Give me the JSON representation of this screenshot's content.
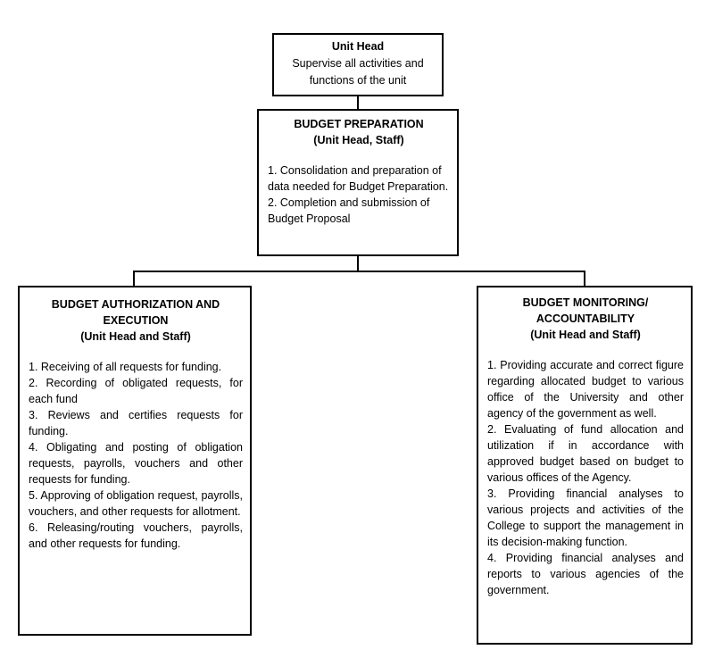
{
  "unit_head": {
    "title": "Unit Head",
    "description": "Supervise all activities and functions of the unit"
  },
  "budget_preparation": {
    "title": "BUDGET PREPARATION",
    "subtitle": "(Unit Head, Staff)",
    "items": [
      "1. Consolidation and preparation of data needed for Budget Preparation.",
      "2. Completion and submission of Budget Proposal"
    ]
  },
  "budget_authorization": {
    "title": "BUDGET AUTHORIZATION AND EXECUTION",
    "subtitle": "(Unit Head and Staff)",
    "items": [
      "1. Receiving of all requests for funding.",
      "2. Recording of obligated requests, for each fund",
      "3. Reviews and certifies requests for funding.",
      "4. Obligating and posting of obligation requests, payrolls, vouchers and other requests for funding.",
      "5. Approving of obligation request, payrolls, vouchers, and other requests for allotment.",
      "6. Releasing/routing vouchers, payrolls, and other requests for funding."
    ]
  },
  "budget_monitoring": {
    "title": "BUDGET MONITORING/ ACCOUNTABILITY",
    "subtitle": "(Unit Head and Staff)",
    "items": [
      "1. Providing accurate and correct figure regarding allocated budget to various office of the University and other agency of the government as well.",
      "2. Evaluating of fund allocation and utilization if in accordance with approved budget based on budget to various offices of the Agency.",
      "3. Providing financial analyses to various projects and activities of the College to support the management in its decision-making function.",
      "4. Providing financial analyses and reports to various agencies of the government."
    ]
  }
}
